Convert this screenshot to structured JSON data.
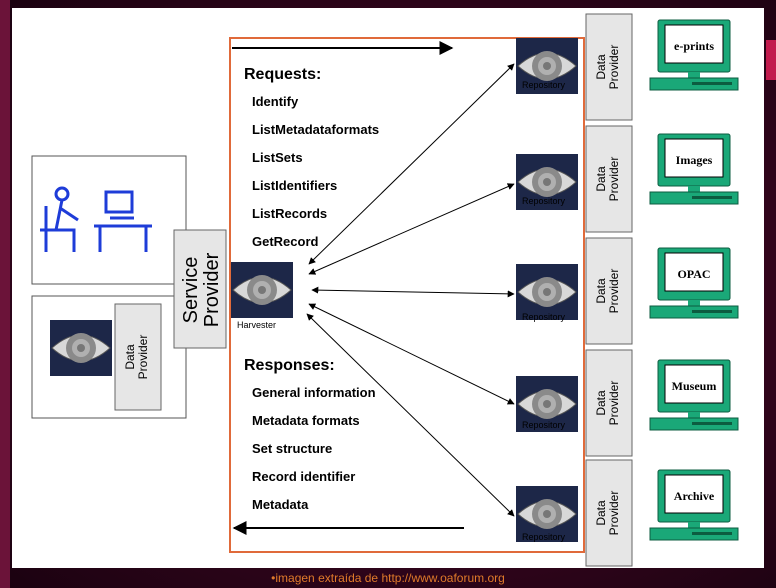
{
  "requests": {
    "title": "Requests:",
    "items": [
      "Identify",
      "ListMetadataformats",
      "ListSets",
      "ListIdentifiers",
      "ListRecords",
      "GetRecord"
    ]
  },
  "responses": {
    "title": "Responses:",
    "items": [
      "General information",
      "Metadata formats",
      "Set structure",
      "Record identifier",
      "Metadata"
    ]
  },
  "service_provider": "Service Provider",
  "service_provider_lines": [
    "Service",
    "Provider"
  ],
  "harvester_label": "Harvester",
  "data_provider_lines": [
    "Data",
    "Provider"
  ],
  "repository_label": "Repository",
  "repositories": [
    {
      "screen_label": "e-prints"
    },
    {
      "screen_label": "Images"
    },
    {
      "screen_label": "OPAC"
    },
    {
      "screen_label": "Museum"
    },
    {
      "screen_label": "Archive"
    }
  ],
  "caption": "•imagen extraída de http://www.oaforum.org",
  "colors": {
    "background": "#3a0620",
    "frame": "#e06a3a",
    "computer": "#1aa878",
    "person": "#1e3cd8",
    "caption": "#e07a2a"
  },
  "icons": [
    "eye-icon",
    "computer-icon",
    "user-at-desk-icon"
  ]
}
